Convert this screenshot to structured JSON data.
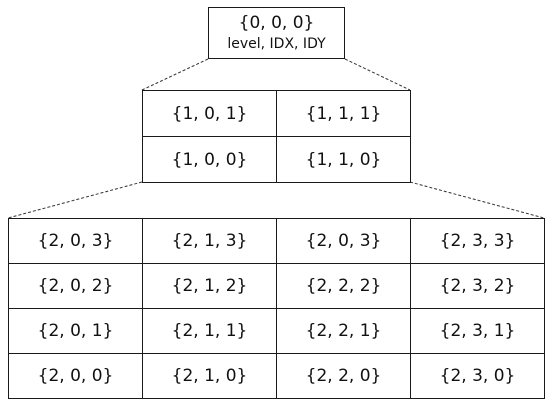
{
  "root": {
    "label": "{0, 0, 0}",
    "legend": "level, IDX, IDY"
  },
  "level1": {
    "rows": [
      [
        "{1, 0, 1}",
        "{1, 1, 1}"
      ],
      [
        "{1, 0, 0}",
        "{1, 1, 0}"
      ]
    ]
  },
  "level2": {
    "rows": [
      [
        "{2, 0, 3}",
        "{2, 1, 3}",
        "{2, 0, 3}",
        "{2, 3, 3}"
      ],
      [
        "{2, 0, 2}",
        "{2, 1, 2}",
        "{2, 2, 2}",
        "{2, 3, 2}"
      ],
      [
        "{2, 0, 1}",
        "{2, 1, 1}",
        "{2, 2, 1}",
        "{2, 3, 1}"
      ],
      [
        "{2, 0, 0}",
        "{2, 1, 0}",
        "{2, 2, 0}",
        "{2, 3, 0}"
      ]
    ]
  },
  "colors": {
    "line": "#1a1a1a",
    "text": "#111111"
  }
}
